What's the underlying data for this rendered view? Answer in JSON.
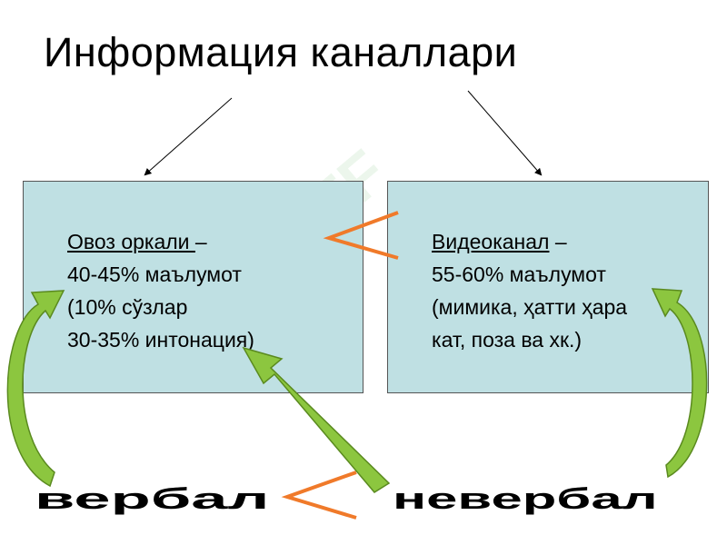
{
  "title": "Информация каналлари",
  "left_box": {
    "heading": "Овоз оркали ",
    "dash": "–",
    "line2": "40-45% маълумот",
    "line3": "(10% сўзлар",
    "line4": "30-35% интонация)"
  },
  "right_box": {
    "heading": "Видеоканал",
    "dash": " –",
    "line2": "55-60% маълумот",
    "line3": "(мимика, ҳатти ҳара",
    "line4": "кат, поза ва хк.)"
  },
  "labels": {
    "verbal": "вербал",
    "neverbal": "невербал"
  },
  "colors": {
    "box_fill": "#bfe0e3",
    "green_arrow": "#8cc63f",
    "orange_mark": "#f07a2a"
  }
}
